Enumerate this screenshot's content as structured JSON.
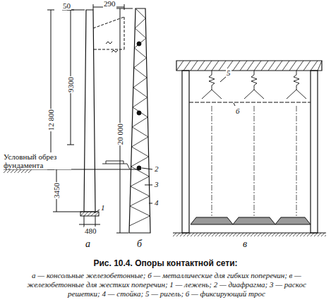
{
  "diagram": {
    "caption": "Рис. 10.4. Опоры контактной сети:",
    "labels": [
      "50",
      "290",
      "9300",
      "12 800",
      "Условный обрез фундамента",
      "3450",
      "480",
      "1",
      "а",
      "20 000",
      "2",
      "3",
      "4",
      "б",
      "5",
      "6",
      "в",
      "а — консольные железобетонные; б — металлические для гибких поперечин; в — железобетонные для жестких поперечин; 1 — лежень; 2 — диафрагма; 3 — раскос решетки; 4 — стойка; 5 — ригель; 6 — фиксирующий трос"
    ]
  }
}
